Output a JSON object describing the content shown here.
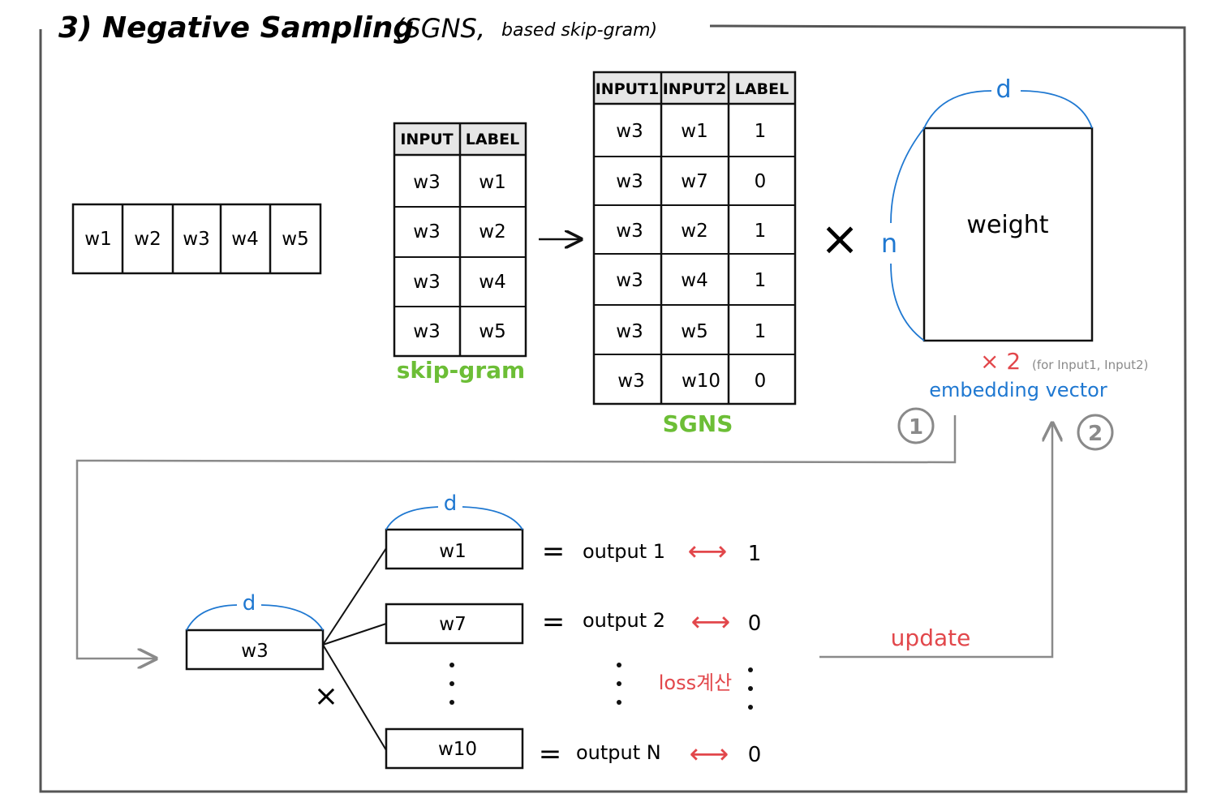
{
  "title": {
    "main": "3) Negative Sampling",
    "paren": "(SGNS,",
    "small": "based skip-gram)"
  },
  "sentence": [
    "w1",
    "w2",
    "w3",
    "w4",
    "w5"
  ],
  "skipgram": {
    "headers": [
      "INPUT",
      "LABEL"
    ],
    "rows": [
      [
        "w3",
        "w1"
      ],
      [
        "w3",
        "w2"
      ],
      [
        "w3",
        "w4"
      ],
      [
        "w3",
        "w5"
      ]
    ],
    "caption": "skip-gram"
  },
  "sgns": {
    "headers": [
      "INPUT1",
      "INPUT2",
      "LABEL"
    ],
    "rows": [
      [
        "w3",
        "w1",
        "1"
      ],
      [
        "w3",
        "w7",
        "0"
      ],
      [
        "w3",
        "w2",
        "1"
      ],
      [
        "w3",
        "w4",
        "1"
      ],
      [
        "w3",
        "w5",
        "1"
      ],
      [
        "w3",
        "w10",
        "0"
      ]
    ],
    "caption": "SGNS"
  },
  "weight": {
    "label": "weight",
    "dim_top": "d",
    "dim_side": "n",
    "times": "×",
    "multiplier": "× 2",
    "note": "(for Input1, Input2)",
    "caption": "embedding vector"
  },
  "steps": {
    "one": "1",
    "two": "2"
  },
  "bottom": {
    "input_word": "w3",
    "dim": "d",
    "times": "×",
    "context": [
      {
        "word": "w1",
        "output": "output 1",
        "label": "1"
      },
      {
        "word": "w7",
        "output": "output 2",
        "label": "0"
      },
      {
        "word": "w10",
        "output": "output N",
        "label": "0"
      }
    ],
    "equals": "=",
    "arrow": "⟷",
    "loss": "loss계산",
    "update": "update"
  },
  "colors": {
    "blue": "#1f78d1",
    "green": "#6cbe36",
    "red": "#e2474b",
    "gray": "#8a8a8a",
    "header_fill": "#e6e6e6"
  }
}
